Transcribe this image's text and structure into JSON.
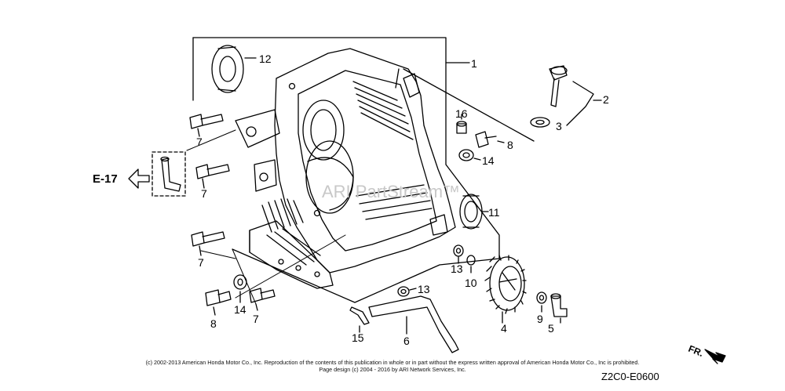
{
  "callouts": {
    "c1": "1",
    "c2": "2",
    "c3": "3",
    "c4": "4",
    "c5": "5",
    "c6": "6",
    "c7a": "7",
    "c7b": "7",
    "c7c": "7",
    "c7d": "7",
    "c8a": "8",
    "c8b": "8",
    "c9": "9",
    "c10": "10",
    "c11": "11",
    "c12": "12",
    "c13a": "13",
    "c13b": "13",
    "c14a": "14",
    "c14b": "14",
    "c15": "15",
    "c16": "16"
  },
  "reference": {
    "label": "E-17"
  },
  "watermark": "ARI PartStream™",
  "footer": {
    "copyright_line1": "(c) 2002-2013 American Honda Motor Co., Inc. Reproduction of the contents of this publication in whole or in part without the express written approval of American Honda Motor Co., Inc is prohibited.",
    "copyright_line2": "Page design (c) 2004 - 2016 by ARI Network Services, Inc.",
    "diagram_code": "Z2C0-E0600",
    "direction_label": "FR."
  }
}
